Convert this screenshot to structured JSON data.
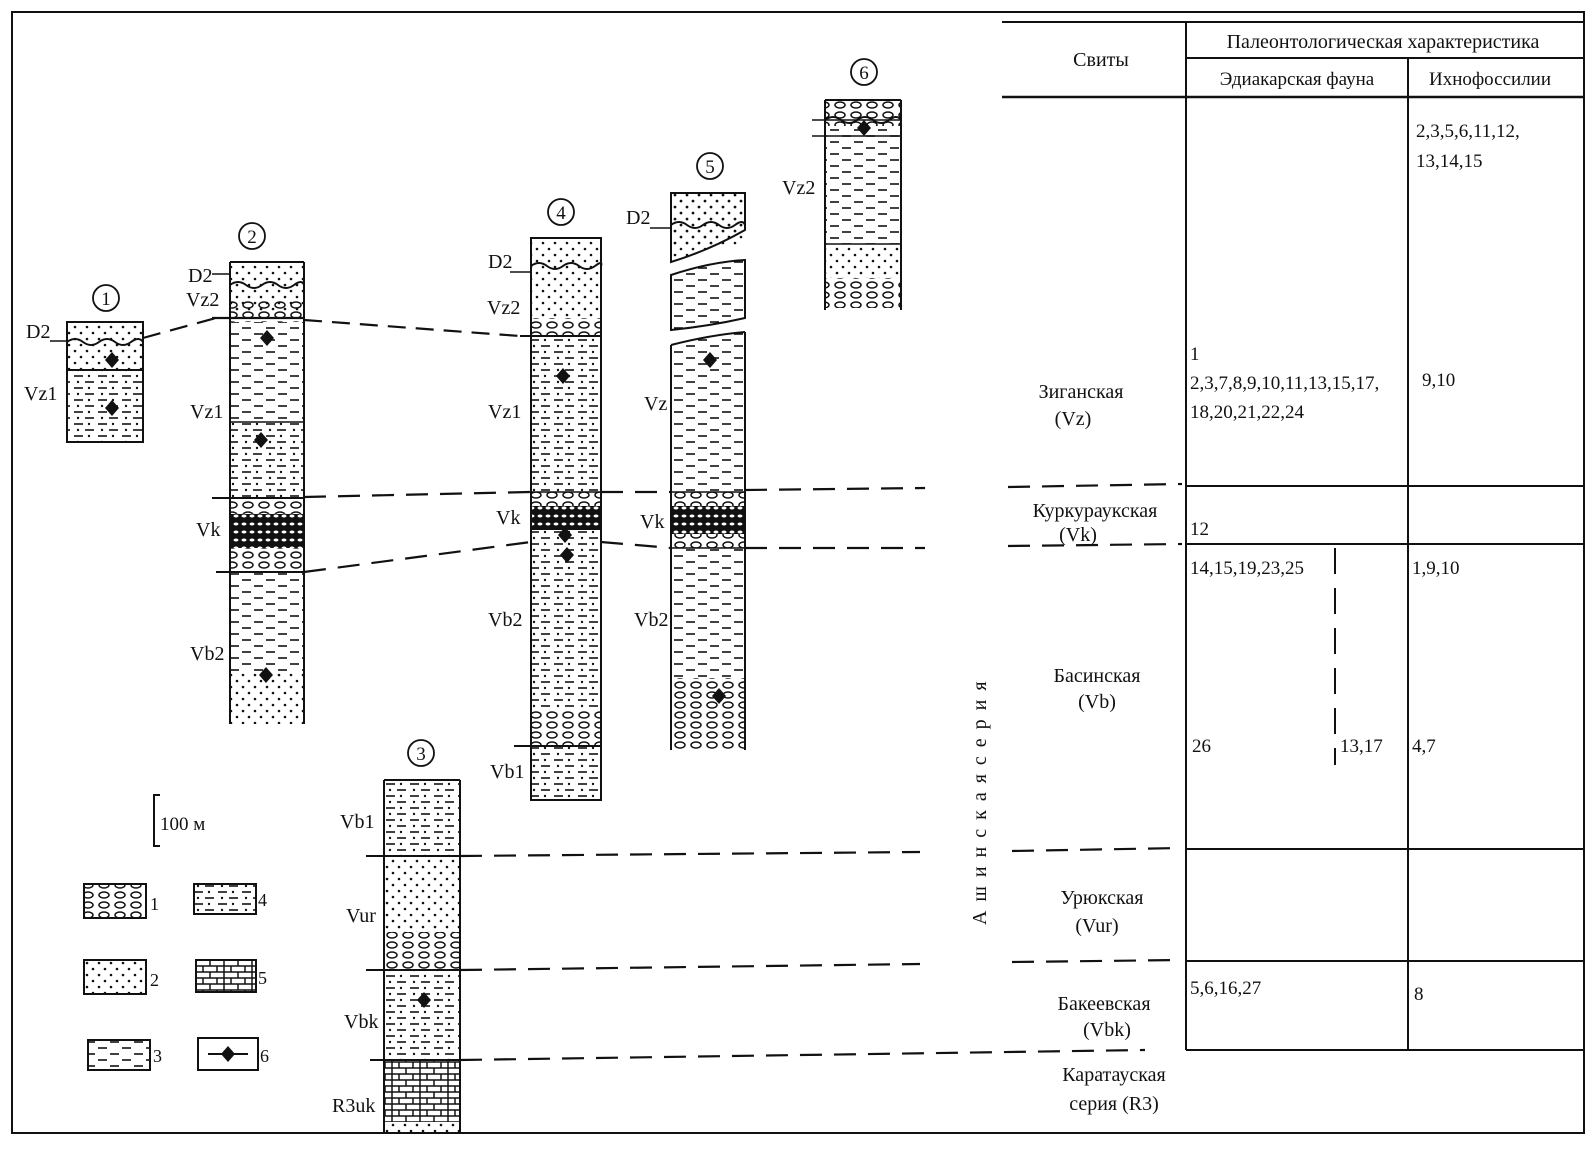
{
  "table": {
    "header": {
      "formations": "Свиты",
      "paleo": "Палеонтологическая характеристика",
      "ediacaran": "Эдиакарская фауна",
      "ichno": "Ихнофоссилии"
    },
    "series_label": "А ш и н с к а я   с е р и я",
    "rows": [
      {
        "name": "Зиганская",
        "code": "(Vz)",
        "ediacaran": [
          "1",
          "2,3,7,8,9,10,11,13,15,17,",
          "18,20,21,22,24"
        ],
        "ichno": [
          "2,3,5,6,11,12,",
          "13,14,15",
          "9,10"
        ]
      },
      {
        "name": "Куркураукская",
        "code": "(Vk)",
        "ediacaran": [
          "12"
        ],
        "ichno": []
      },
      {
        "name": "Басинская",
        "code": "(Vb)",
        "ediacaran": [
          "14,15,19,23,25",
          "26",
          "13,17"
        ],
        "ichno": [
          "1,9,10",
          "4,7"
        ]
      },
      {
        "name": "Урюкская",
        "code": "(Vur)",
        "ediacaran": [],
        "ichno": []
      },
      {
        "name": "Бакеевская",
        "code": "(Vbk)",
        "ediacaran": [
          "5,6,16,27"
        ],
        "ichno": [
          "8"
        ]
      },
      {
        "name": "Каратауская",
        "code": "серия (R3)",
        "ediacaran": [],
        "ichno": []
      }
    ]
  },
  "columns": [
    {
      "num": "1",
      "labels": [
        "D2",
        "Vz1"
      ]
    },
    {
      "num": "2",
      "labels": [
        "D2",
        "Vz2",
        "Vz1",
        "Vk",
        "Vb2"
      ]
    },
    {
      "num": "3",
      "labels": [
        "Vb1",
        "Vur",
        "Vbk",
        "R3uk"
      ]
    },
    {
      "num": "4",
      "labels": [
        "D2",
        "Vz2",
        "Vz1",
        "Vk",
        "Vb2",
        "Vb1"
      ]
    },
    {
      "num": "5",
      "labels": [
        "D2",
        "Vz",
        "Vk",
        "Vb2"
      ]
    },
    {
      "num": "6",
      "labels": [
        "Vz2"
      ]
    }
  ],
  "scale": "100 м",
  "legend": [
    "1",
    "2",
    "3",
    "4",
    "5",
    "6"
  ]
}
